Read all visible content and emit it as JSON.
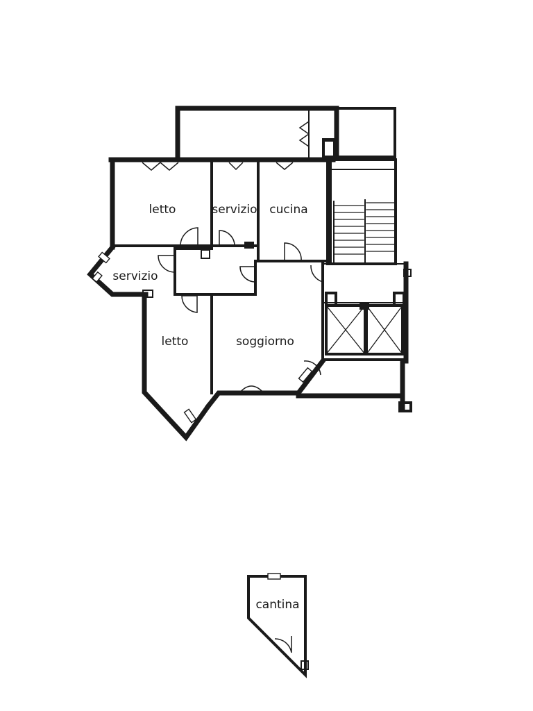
{
  "rooms": {
    "letto_top": "letto",
    "servizio_top": "servizio",
    "cucina": "cucina",
    "servizio_left": "servizio",
    "letto_bottom": "letto",
    "soggiorno": "soggiorno",
    "cantina": "cantina"
  },
  "colors": {
    "ink": "#1a1a1a",
    "paper": "#ffffff"
  }
}
